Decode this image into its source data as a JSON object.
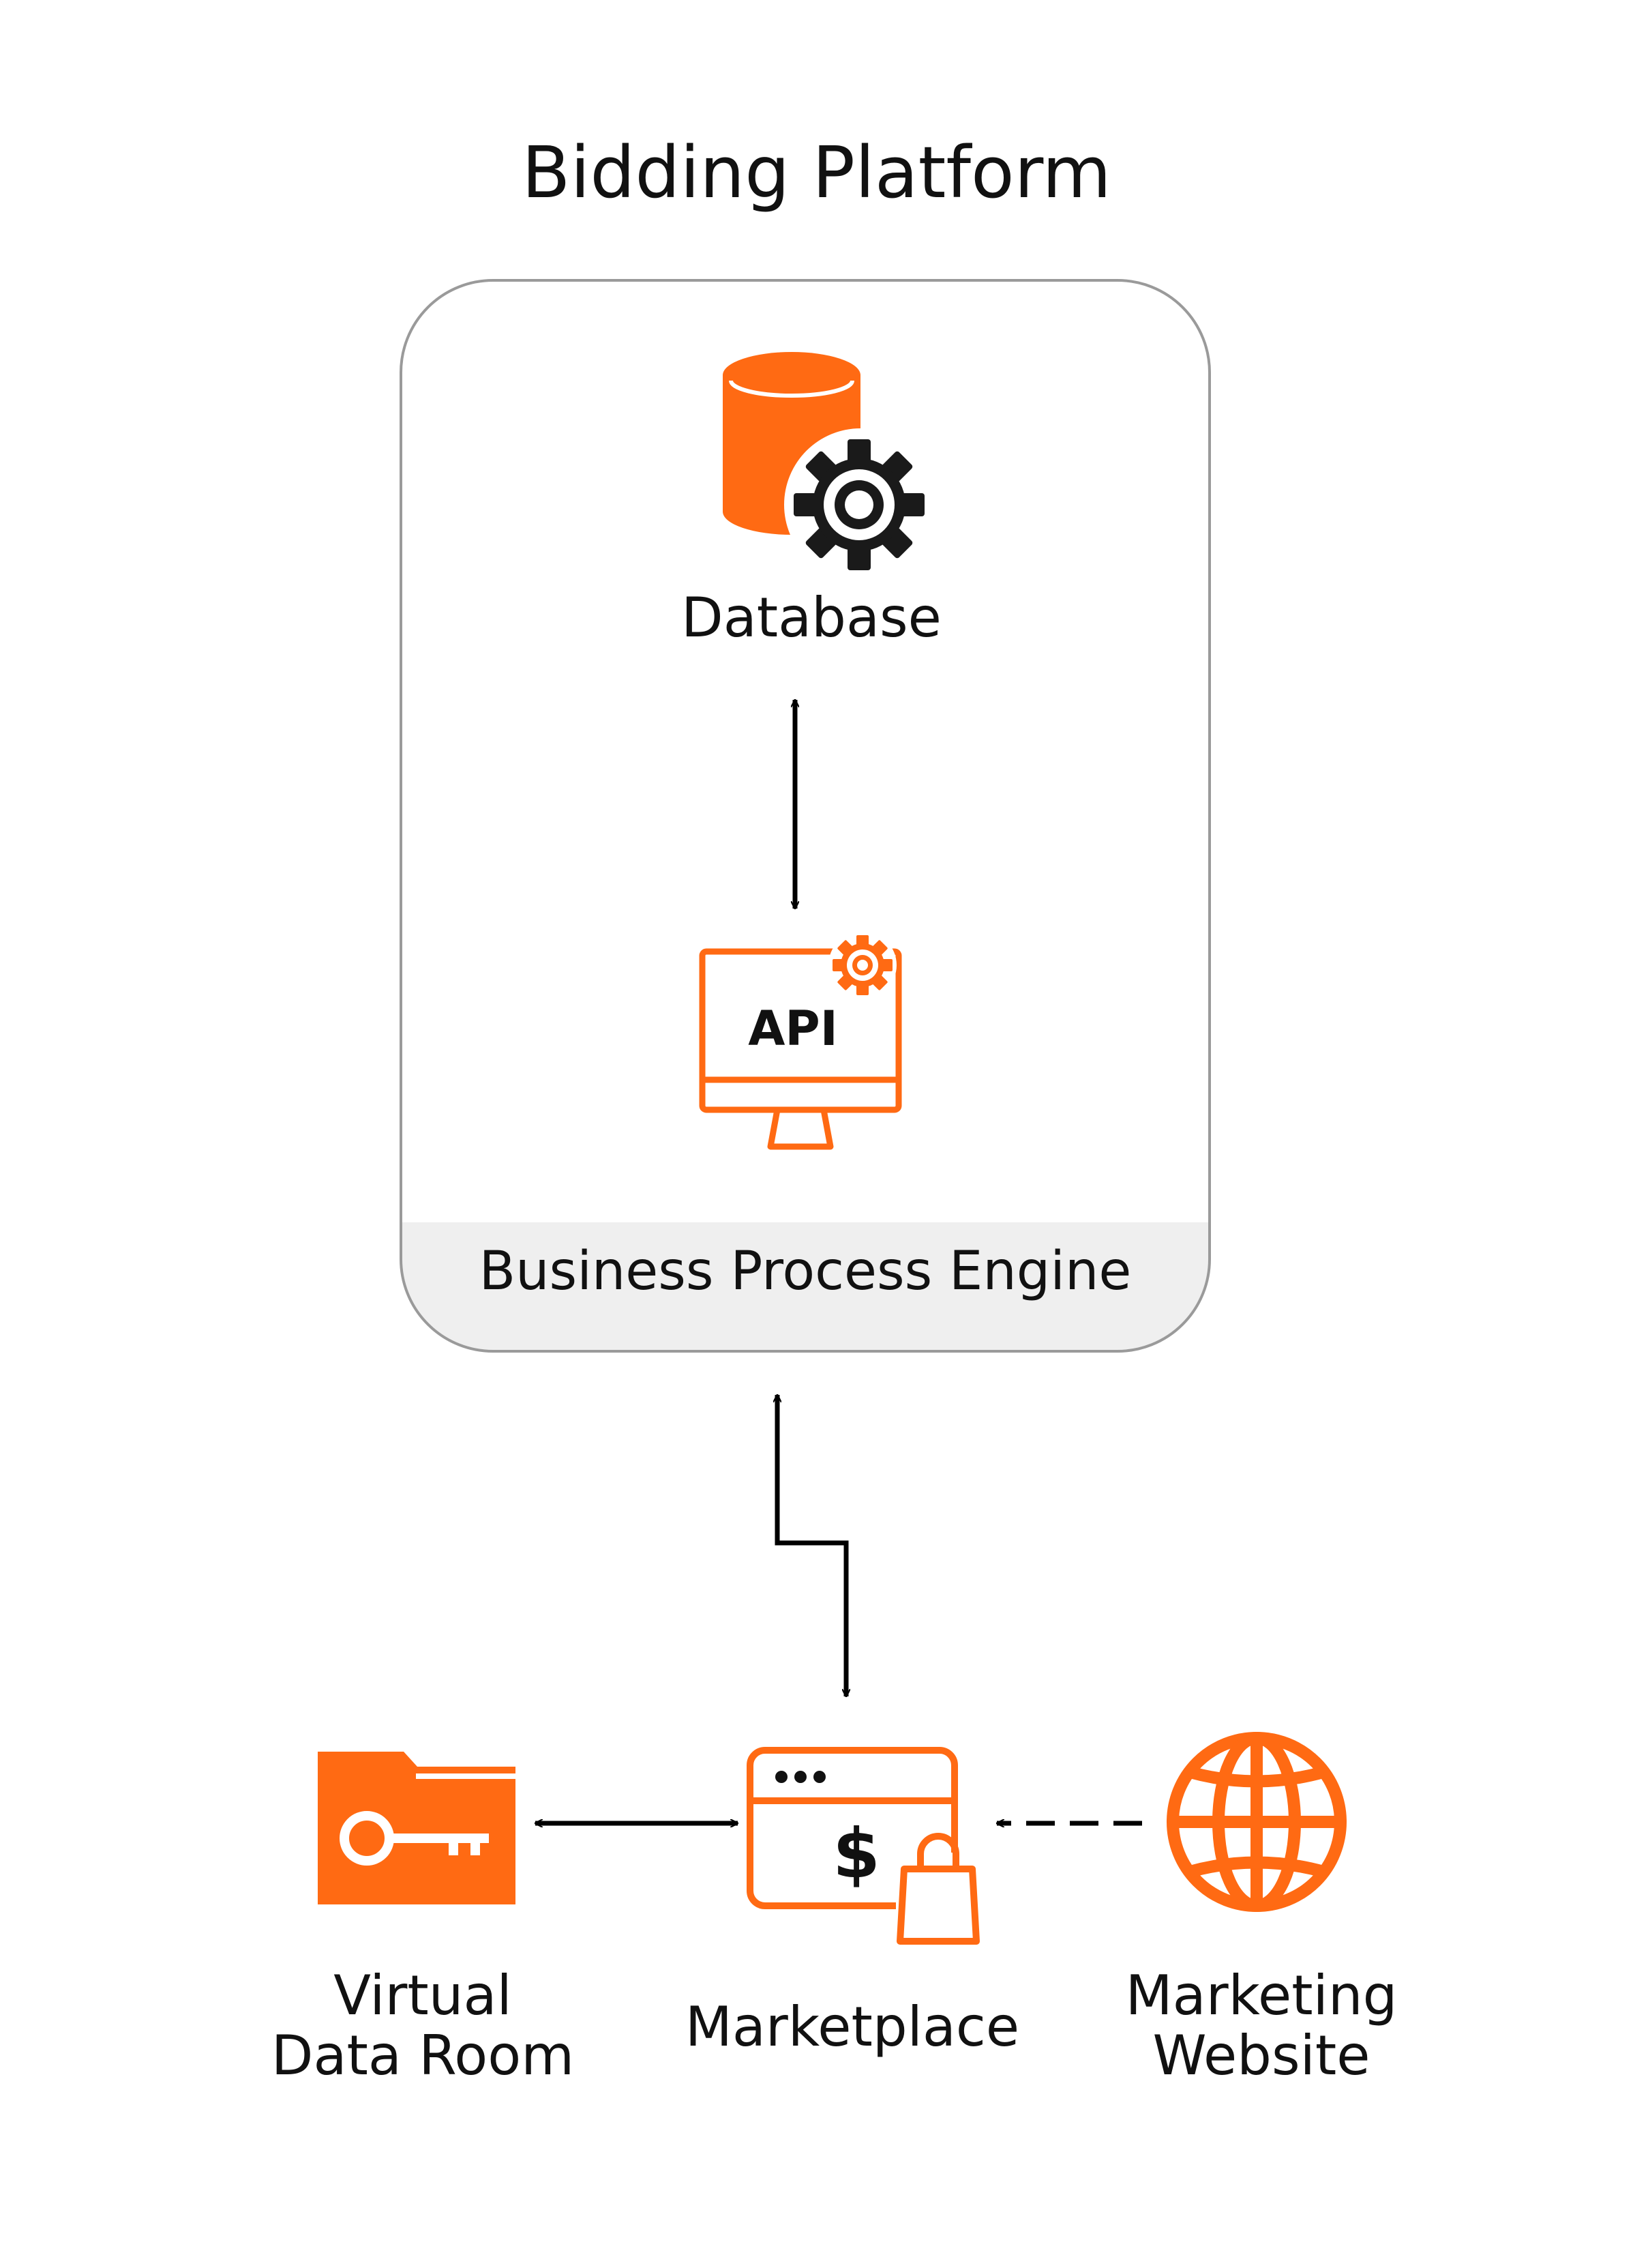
{
  "title": "Bidding Platform",
  "platform": {
    "database_label": "Database",
    "api_text": "API",
    "engine_label": "Business Process Engine"
  },
  "nodes": {
    "virtual_data_room": {
      "line1": "Virtual",
      "line2": "Data Room"
    },
    "marketplace": {
      "label": "Marketplace",
      "currency_symbol": "$"
    },
    "marketing_website": {
      "line1": "Marketing",
      "line2": "Website"
    }
  },
  "icons": {
    "database": "database-gear-icon",
    "api": "api-monitor-icon",
    "data_room": "folder-key-icon",
    "marketplace": "browser-dollar-bag-icon",
    "website": "globe-icon"
  },
  "edges": [
    {
      "from": "Database",
      "to": "API",
      "style": "solid",
      "direction": "both"
    },
    {
      "from": "Business Process Engine",
      "to": "Marketplace",
      "style": "solid",
      "direction": "both"
    },
    {
      "from": "Virtual Data Room",
      "to": "Marketplace",
      "style": "solid",
      "direction": "both"
    },
    {
      "from": "Marketing Website",
      "to": "Marketplace",
      "style": "dashed",
      "direction": "forward"
    }
  ],
  "colors": {
    "accent": "#FF6A13",
    "arrow": "#000000",
    "container_border": "#9A9A9A",
    "container_fill": "#FFFFFF",
    "engine_band": "#EFEFEF",
    "text": "#111111"
  }
}
